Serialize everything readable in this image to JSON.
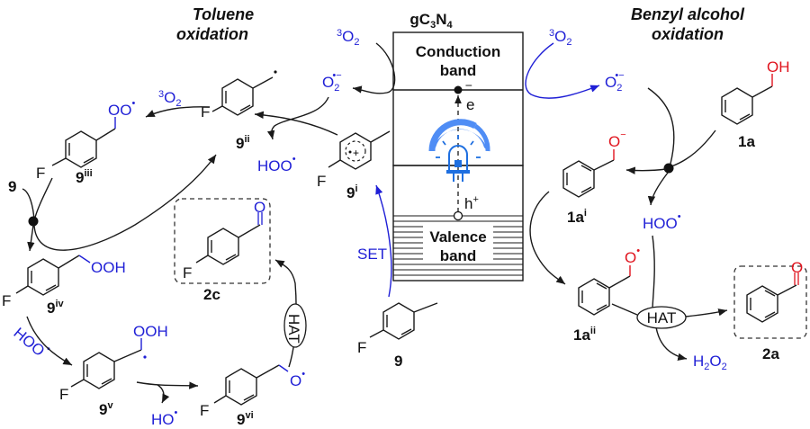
{
  "titles": {
    "left": [
      "Toluene",
      "oxidation"
    ],
    "right": [
      "Benzyl alcohol",
      "oxidation"
    ],
    "catalyst": {
      "base1": "gC",
      "sub1": "3",
      "base2": "N",
      "sub2": "4"
    }
  },
  "bands": {
    "conduction": [
      "Conduction",
      "band"
    ],
    "valence": [
      "Valence",
      "band"
    ],
    "electron": "e",
    "electron_bar": "‾",
    "hole": "h",
    "hole_sup": "+"
  },
  "species": {
    "triplet_o2": {
      "sup": "3",
      "base": "O",
      "sub": "2"
    },
    "superoxide": {
      "base": "O",
      "sub": "2",
      "sup": "•−"
    },
    "hoo_radical": "HOO",
    "ho_radical": "HO",
    "radical_dot": "•",
    "h2o2": {
      "a": "H",
      "b": "2",
      "c": "O",
      "d": "2"
    },
    "ooh": "OOH",
    "oo_radical": "OO",
    "o": "O",
    "oh": "OH",
    "o_minus": "−",
    "f": "F",
    "set": "SET",
    "hat": "HAT",
    "cation": "+"
  },
  "compounds": {
    "toluene": {
      "base": "9",
      "sup": ""
    },
    "c9i": {
      "base": "9",
      "sup": "i"
    },
    "c9ii": {
      "base": "9",
      "sup": "ii"
    },
    "c9iii": {
      "base": "9",
      "sup": "iii"
    },
    "c9iv": {
      "base": "9",
      "sup": "iv"
    },
    "c9v": {
      "base": "9",
      "sup": "v"
    },
    "c9vi": {
      "base": "9",
      "sup": "vi"
    },
    "p2c": "2c",
    "s1a": "1a",
    "c1ai": {
      "base": "1a",
      "sup": "i"
    },
    "c1aii": {
      "base": "1a",
      "sup": "ii"
    },
    "p2a": "2a"
  },
  "colors": {
    "reagent": "#1f1fd6",
    "heteroatom_red": "#e0141e",
    "lamp": "#3b82f6",
    "ink": "#111111"
  }
}
